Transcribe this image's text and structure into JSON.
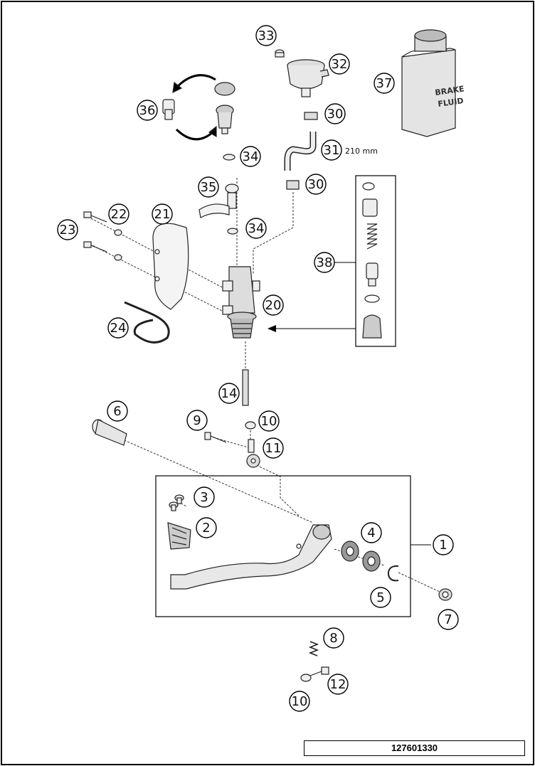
{
  "diagram": {
    "drawing_number": "127601330",
    "callouts": {
      "c1": "1",
      "c2": "2",
      "c3": "3",
      "c4": "4",
      "c5": "5",
      "c6": "6",
      "c7": "7",
      "c8": "8",
      "c9": "9",
      "c10a": "10",
      "c10b": "10",
      "c11": "11",
      "c12": "12",
      "c14": "14",
      "c20": "20",
      "c21": "21",
      "c22": "22",
      "c23": "23",
      "c24": "24",
      "c30a": "30",
      "c30b": "30",
      "c31": "31",
      "c32": "32",
      "c33": "33",
      "c34a": "34",
      "c34b": "34",
      "c35": "35",
      "c36": "36",
      "c37": "37",
      "c38": "38"
    },
    "hose_length": "210 mm",
    "brake_fluid_label_line1": "BRAKE",
    "brake_fluid_label_line2": "FLUID"
  }
}
